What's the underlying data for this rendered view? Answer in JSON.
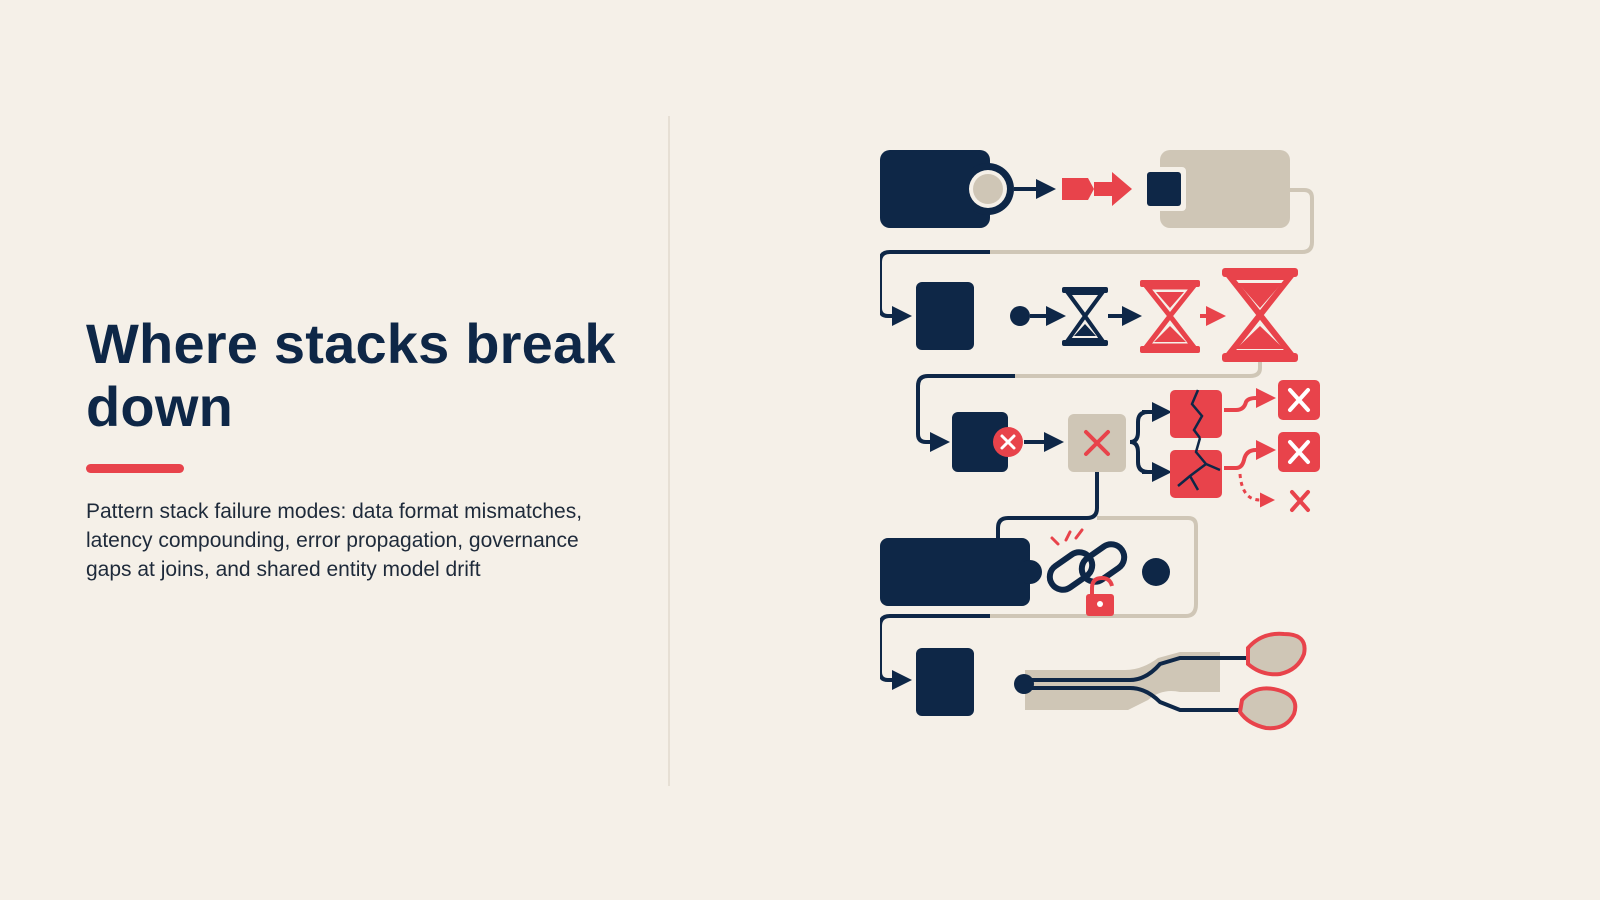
{
  "slide": {
    "title": "Where stacks break down",
    "subtitle": "Pattern stack failure modes: data format mismatches, latency compounding, error propagation, governance gaps at joins, and shared entity model drift"
  },
  "colors": {
    "background": "#f5f0e8",
    "navy": "#0e2747",
    "accent_red": "#e8434b",
    "beige": "#cfc6b6",
    "divider": "#e6dfd4"
  },
  "illustration": {
    "rows": [
      {
        "name": "data-format-mismatch",
        "icons": [
          "navy-block-icon",
          "connector-circle-icon",
          "arrow-icon",
          "red-arrow-icon",
          "beige-block-icon"
        ]
      },
      {
        "name": "latency-compounding",
        "icons": [
          "navy-block-icon",
          "hourglass-icon",
          "red-hourglass-icon",
          "large-red-hourglass-icon"
        ]
      },
      {
        "name": "error-propagation",
        "icons": [
          "navy-block-icon",
          "error-badge-icon",
          "beige-x-block-icon",
          "cracked-block-icon",
          "red-x-icon"
        ]
      },
      {
        "name": "governance-gaps-at-joins",
        "icons": [
          "navy-block-icon",
          "broken-chain-link-icon",
          "unlocked-padlock-icon"
        ]
      },
      {
        "name": "entity-model-drift",
        "icons": [
          "navy-block-icon",
          "diverging-lines-icon",
          "red-outlined-blob-icon"
        ]
      }
    ]
  }
}
